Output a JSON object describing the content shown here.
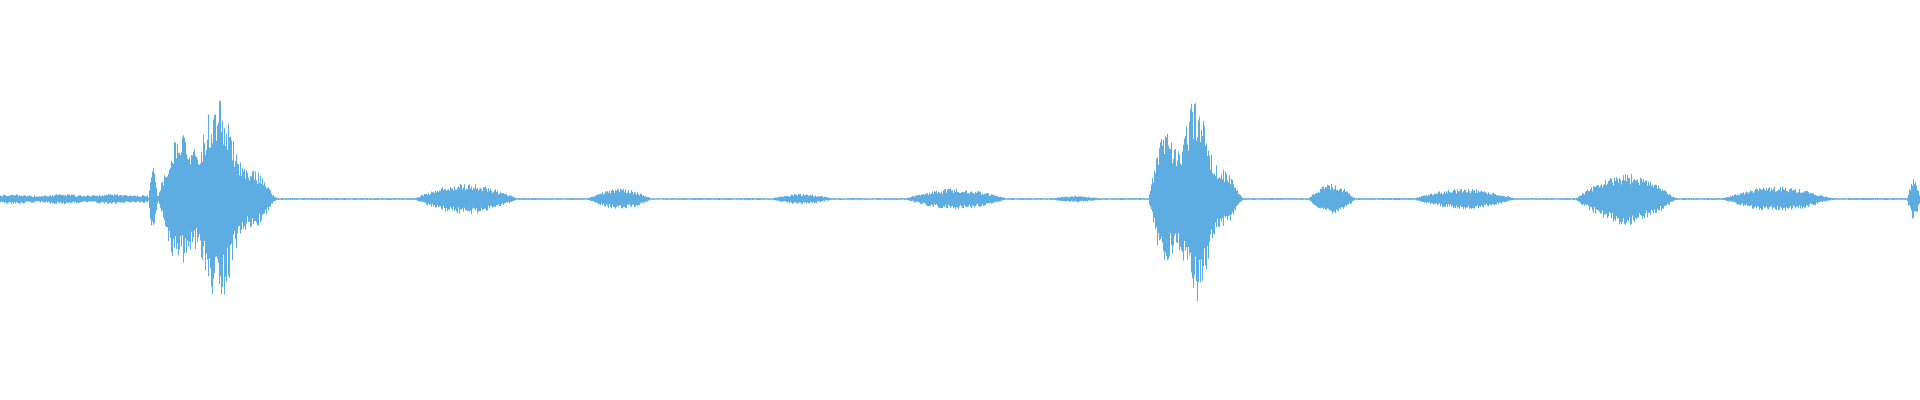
{
  "waveform": {
    "color": "#5dade2",
    "background": "#ffffff",
    "baseline_amplitude": 0.01,
    "segments": [
      {
        "start": 0.0,
        "end": 0.077,
        "peak": 0.05,
        "shape": "flat"
      },
      {
        "start": 0.077,
        "end": 0.082,
        "peak": 0.3,
        "shape": "spike"
      },
      {
        "start": 0.082,
        "end": 0.145,
        "peak": 1.0,
        "shape": "burst"
      },
      {
        "start": 0.215,
        "end": 0.27,
        "peak": 0.15,
        "shape": "bump"
      },
      {
        "start": 0.305,
        "end": 0.34,
        "peak": 0.1,
        "shape": "bump"
      },
      {
        "start": 0.4,
        "end": 0.435,
        "peak": 0.05,
        "shape": "bump"
      },
      {
        "start": 0.47,
        "end": 0.525,
        "peak": 0.1,
        "shape": "bump"
      },
      {
        "start": 0.545,
        "end": 0.575,
        "peak": 0.03,
        "shape": "bump"
      },
      {
        "start": 0.598,
        "end": 0.648,
        "peak": 1.0,
        "shape": "burst"
      },
      {
        "start": 0.681,
        "end": 0.706,
        "peak": 0.15,
        "shape": "bump"
      },
      {
        "start": 0.735,
        "end": 0.79,
        "peak": 0.1,
        "shape": "bump"
      },
      {
        "start": 0.82,
        "end": 0.873,
        "peak": 0.25,
        "shape": "bump"
      },
      {
        "start": 0.896,
        "end": 0.955,
        "peak": 0.12,
        "shape": "bump"
      },
      {
        "start": 0.993,
        "end": 1.0,
        "peak": 0.2,
        "shape": "spike"
      }
    ]
  }
}
